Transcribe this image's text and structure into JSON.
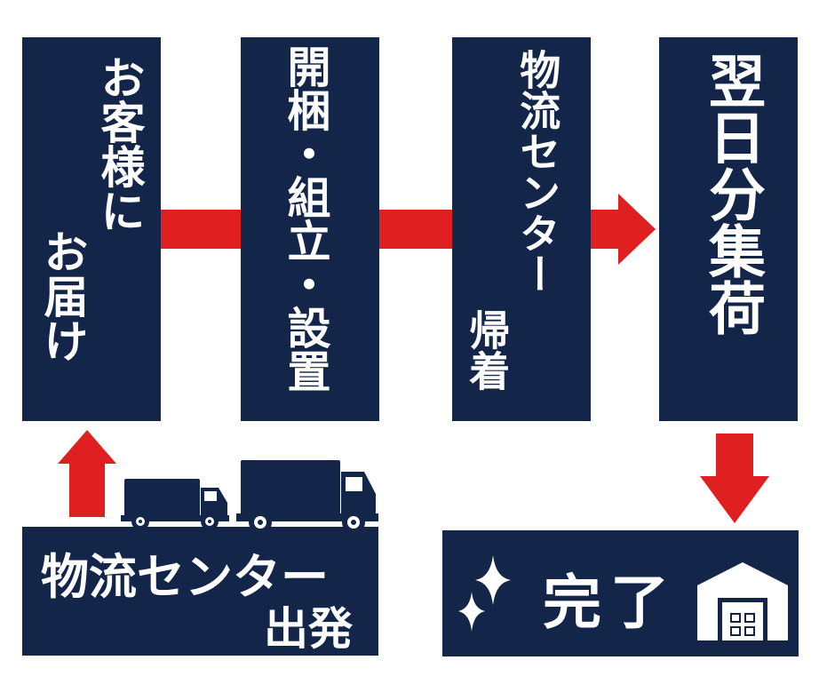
{
  "colors": {
    "box": "#13264a",
    "arrow": "#e02020",
    "text": "#ffffff",
    "truck": "#13264a"
  },
  "steps": {
    "delivery_line1": "お客様に",
    "delivery_line2": "お届け",
    "assembly": "開梱・組立・設置",
    "return_line1": "物流センター",
    "return_line2": "帰着",
    "next_day": "翌日分集荷",
    "depart_line1": "物流センター",
    "depart_line2": "出発",
    "complete": "完了"
  },
  "icons": [
    "arrow-right-icon",
    "arrow-up-icon",
    "arrow-down-icon",
    "truck-icon",
    "sparkle-icon",
    "warehouse-icon"
  ]
}
